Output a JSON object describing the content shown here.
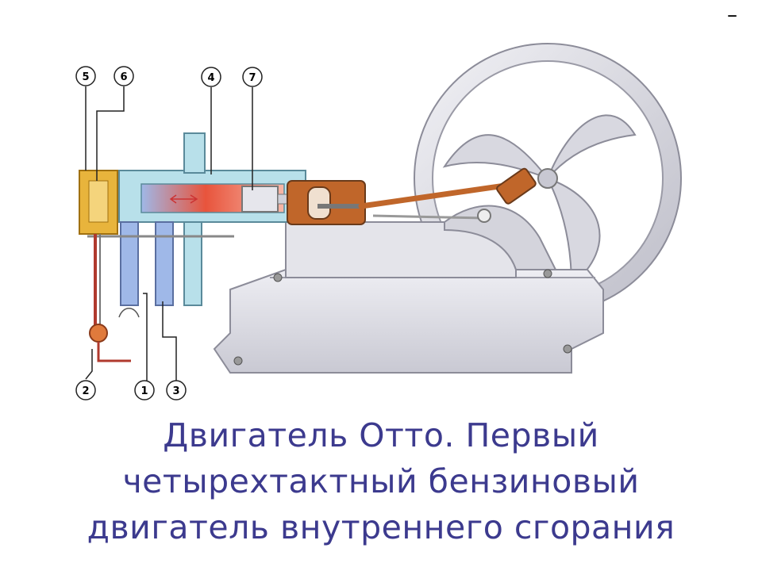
{
  "slide_mark": "–",
  "callouts": [
    "1",
    "2",
    "3",
    "4",
    "5",
    "6",
    "7"
  ],
  "caption": {
    "line1": "Двигатель Отто. Первый",
    "line2": "четырехтактный бензиновый",
    "line3": "двигатель внутреннего сгорания"
  },
  "colors": {
    "caption": "#3c3a8e",
    "cooling_jacket": "#b8e0ea",
    "cylinder_hot": "#e8543c",
    "crosshead": "#c0662a",
    "frame": "#e4e4ea",
    "valve": "#e8b43c"
  }
}
